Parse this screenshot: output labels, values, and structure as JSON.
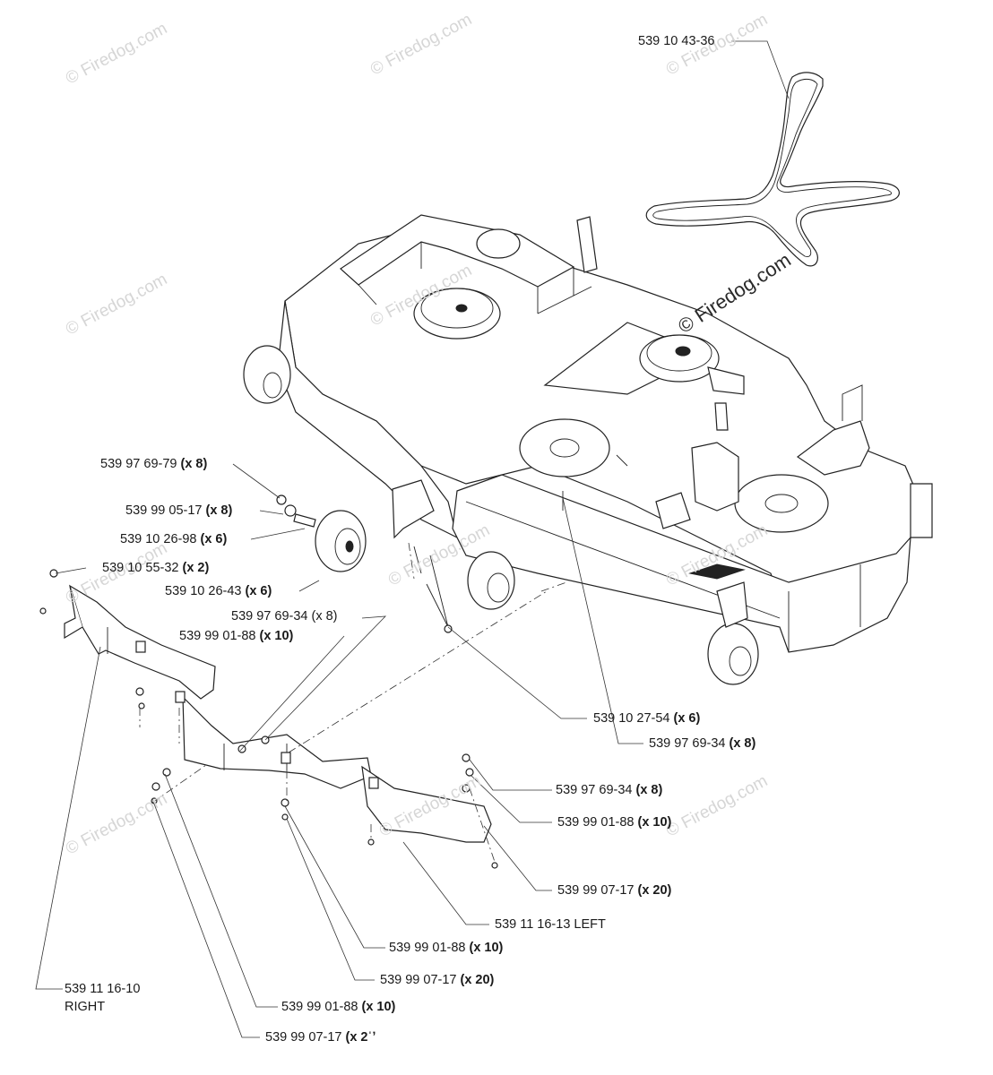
{
  "watermarks": {
    "main": "© Firedog.com",
    "faint": "© Firedog.com"
  },
  "labels": {
    "belt": {
      "part": "539 10 43-36",
      "qty": ""
    },
    "p1": {
      "part": "539 97 69-79",
      "qty": "(x 8)"
    },
    "p2": {
      "part": "539 99 05-17",
      "qty": "(x 8)"
    },
    "p3": {
      "part": "539 10 26-98",
      "qty": "(x 6)"
    },
    "p4": {
      "part": "539 10 55-32",
      "qty": "(x 2)"
    },
    "p5": {
      "part": "539 10 26-43",
      "qty": "(x 6)"
    },
    "p6": {
      "part": "539 97 69-34",
      "qty": "(x 8)"
    },
    "p7": {
      "part": "539 99 01-88",
      "qty": "(x 10)"
    },
    "p8": {
      "part": "539 97 69-34",
      "qty": "(x 8)"
    },
    "p9": {
      "part": "539 10 27-54",
      "qty": "(x 6)"
    },
    "p10": {
      "part": "539 97 69-34",
      "qty": "(x 8)"
    },
    "p11": {
      "part": "539 99 01-88",
      "qty": "(x 10)"
    },
    "p12": {
      "part": "539 99 07-17",
      "qty": "(x 20)"
    },
    "p13": {
      "part": "539 11 16-13",
      "qty": "LEFT"
    },
    "p14": {
      "part": "539 99 01-88",
      "qty": "(x 10)"
    },
    "p15": {
      "part": "539 99 07-17",
      "qty": "(x 20)"
    },
    "p16": {
      "part": "539 11 16-10",
      "qty": "RIGHT"
    },
    "p17": {
      "part": "539 99 01-88",
      "qty": "(x 10)"
    },
    "p18": {
      "part": "539 99 07-17",
      "qty": "(x 2ˈʼ"
    }
  }
}
